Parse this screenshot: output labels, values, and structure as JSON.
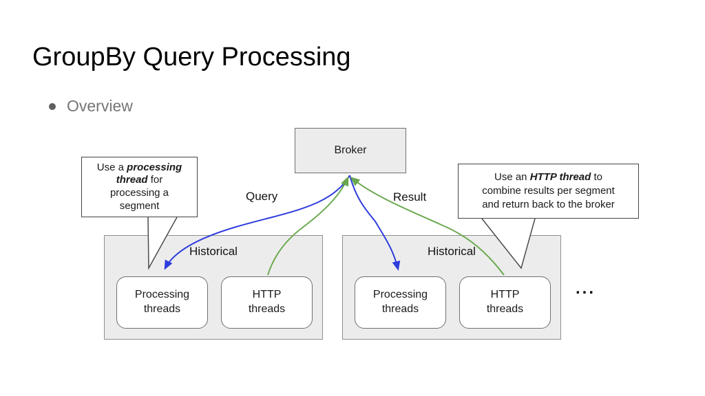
{
  "slide": {
    "title": "GroupBy Query Processing",
    "bullet": "Overview",
    "broker_label": "Broker",
    "flow_labels": {
      "query": "Query",
      "result": "Result"
    },
    "ellipsis": "...",
    "callout_left": {
      "lines": [
        [
          {
            "t": "Use a "
          },
          {
            "t": "processing",
            "b": true
          }
        ],
        [
          {
            "t": "thread",
            "b": true
          },
          {
            "t": " for"
          }
        ],
        [
          {
            "t": "processing a"
          }
        ],
        [
          {
            "t": "segment"
          }
        ]
      ]
    },
    "callout_right": {
      "lines": [
        [
          {
            "t": "Use an "
          },
          {
            "t": "HTTP thread",
            "b": true
          },
          {
            "t": " to"
          }
        ],
        [
          {
            "t": "combine results per segment"
          }
        ],
        [
          {
            "t": "and return back to the broker"
          }
        ]
      ]
    },
    "groups": [
      {
        "label": "Historical",
        "boxes": [
          "Processing\nthreads",
          "HTTP\nthreads"
        ]
      },
      {
        "label": "Historical",
        "boxes": [
          "Processing\nthreads",
          "HTTP\nthreads"
        ]
      }
    ],
    "colors": {
      "query_arrow": "#2d3cdc",
      "result_arrow": "#6aa84f",
      "group_fill": "#ececec",
      "callout_border": "#434343"
    }
  }
}
